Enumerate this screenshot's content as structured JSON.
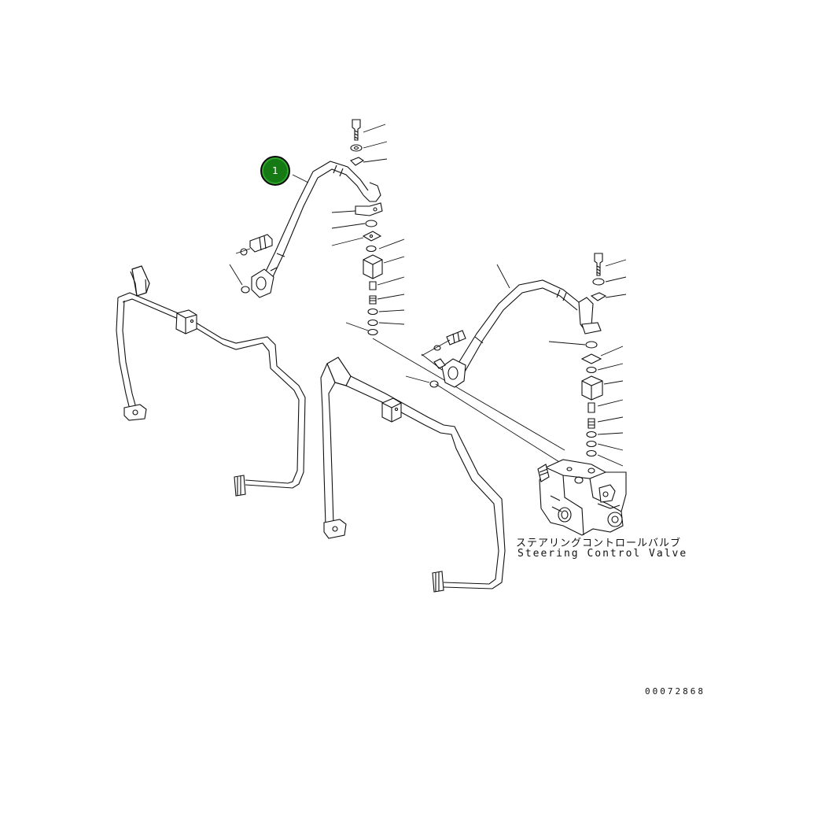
{
  "callout": {
    "number": "1",
    "color": "#157a14"
  },
  "labels": {
    "japanese": "ステアリングコントロールバルブ",
    "english": "Steering Control Valve"
  },
  "drawing_number": "00072868"
}
